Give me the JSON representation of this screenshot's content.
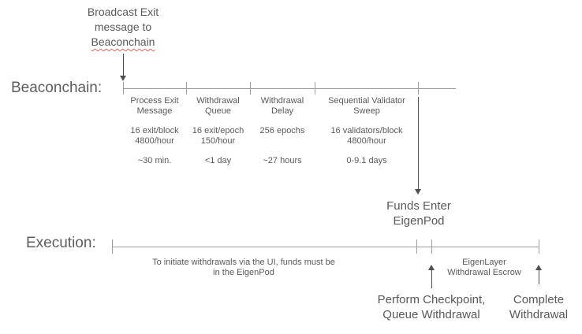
{
  "colors": {
    "text": "#58595b",
    "timeline": "#9b9ea1",
    "arrow": "#4e4f51",
    "spellcheck_underline": "#e06863",
    "background": "#ffffff"
  },
  "broadcast_note": {
    "line1": "Broadcast Exit",
    "line2": "message to",
    "line3": "Beaconchain"
  },
  "beaconchain": {
    "label": "Beaconchain:",
    "phases": [
      {
        "title1": "Process Exit",
        "title2": "Message",
        "rate1": "16 exit/block",
        "rate2": "4800/hour",
        "duration": "~30 min."
      },
      {
        "title1": "Withdrawal",
        "title2": "Queue",
        "rate1": "16 exit/epoch",
        "rate2": "150/hour",
        "duration": "<1 day"
      },
      {
        "title1": "Withdrawal",
        "title2": "Delay",
        "rate1": "256 epochs",
        "rate2": "",
        "duration": "~27 hours"
      },
      {
        "title1": "Sequential Validator",
        "title2": "Sweep",
        "rate1": "16 validators/block",
        "rate2": "4800/hour",
        "duration": "0-9.1 days"
      }
    ]
  },
  "funds_note": {
    "line1": "Funds Enter",
    "line2": "EigenPod"
  },
  "execution": {
    "label": "Execution:",
    "ui_note_line1": "To initiate withdrawals via the UI, funds must be",
    "ui_note_line2": "in the EigenPod",
    "escrow_line1": "EigenLayer",
    "escrow_line2": "Withdrawal Escrow",
    "checkpoint_line1": "Perform Checkpoint,",
    "checkpoint_line2": "Queue Withdrawal",
    "complete_line1": "Complete",
    "complete_line2": "Withdrawal"
  }
}
